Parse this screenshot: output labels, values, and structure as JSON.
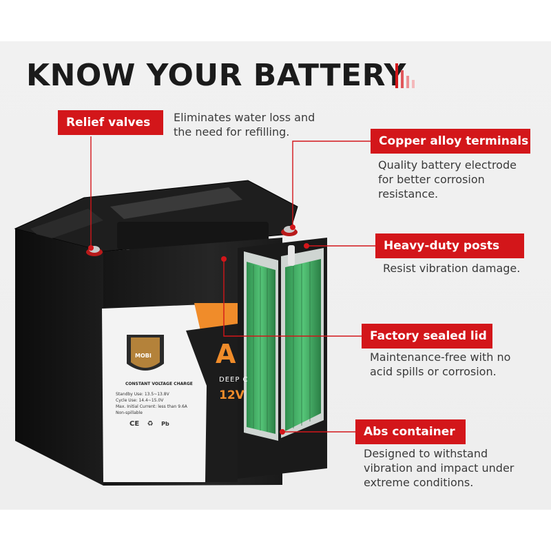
{
  "headline": "KNOW YOUR BATTERY",
  "accent_color": "#d3161a",
  "callouts": [
    {
      "label": "Relief valves",
      "description": "Eliminates water loss and the need for refilling."
    },
    {
      "label": "Copper alloy terminals",
      "description": "Quality battery electrode for better corrosion resistance."
    },
    {
      "label": "Heavy-duty posts",
      "description": "Resist vibration damage."
    },
    {
      "label": "Factory sealed lid",
      "description": "Maintenance-free with no acid spills or corrosion."
    },
    {
      "label": "Abs container",
      "description": "Designed to withstand vibration and impact under extreme conditions."
    }
  ],
  "battery_label": {
    "brand": "MOBI",
    "big_letter": "A",
    "deep_cycle": "DEEP C",
    "voltage": "12V",
    "heading": "CONSTANT VOLTAGE CHARGE",
    "specs": [
      "Standby Use: 13.5~13.8V",
      "Cycle Use: 14.4~15.0V",
      "Max. Initial Current: less than 9.6A",
      "Non-spillable"
    ],
    "marks": [
      "CE",
      "Pb"
    ]
  }
}
